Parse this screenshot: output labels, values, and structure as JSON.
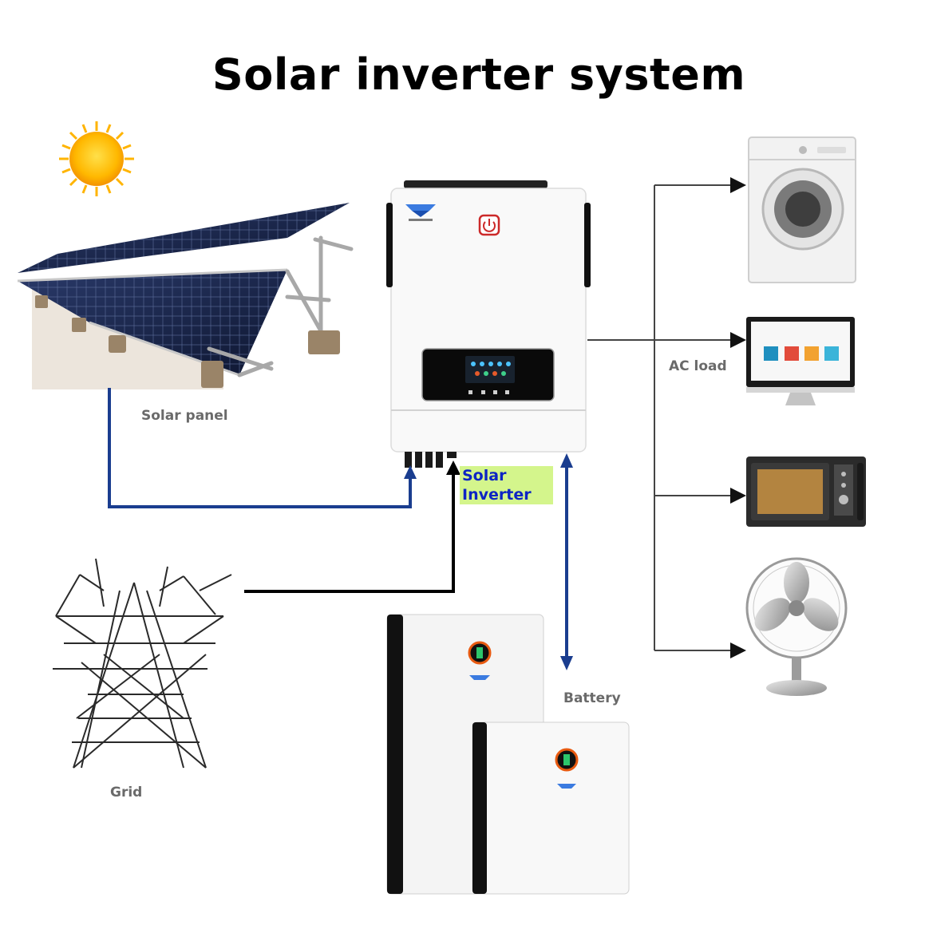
{
  "title": "Solar inverter system",
  "labels": {
    "solar_panel": "Solar panel",
    "grid": "Grid",
    "battery": "Battery",
    "ac_load": "AC load",
    "inverter_line1": "Solar",
    "inverter_line2": "Inverter"
  },
  "colors": {
    "dc_line": "#1a3d8f",
    "grid_line": "#000000",
    "ac_line": "#444444",
    "inverter_label_bg": "#d4f58c",
    "inverter_label_text": "#0d24c4"
  },
  "nodes": {
    "sun": "sun-icon",
    "solar_panels": "solar-panel-array",
    "inverter": "solar-inverter-unit",
    "grid_tower": "power-tower",
    "batteries": "battery-units",
    "loads": [
      "washing-machine-icon",
      "computer-monitor-icon",
      "microwave-icon",
      "electric-fan-icon"
    ]
  }
}
